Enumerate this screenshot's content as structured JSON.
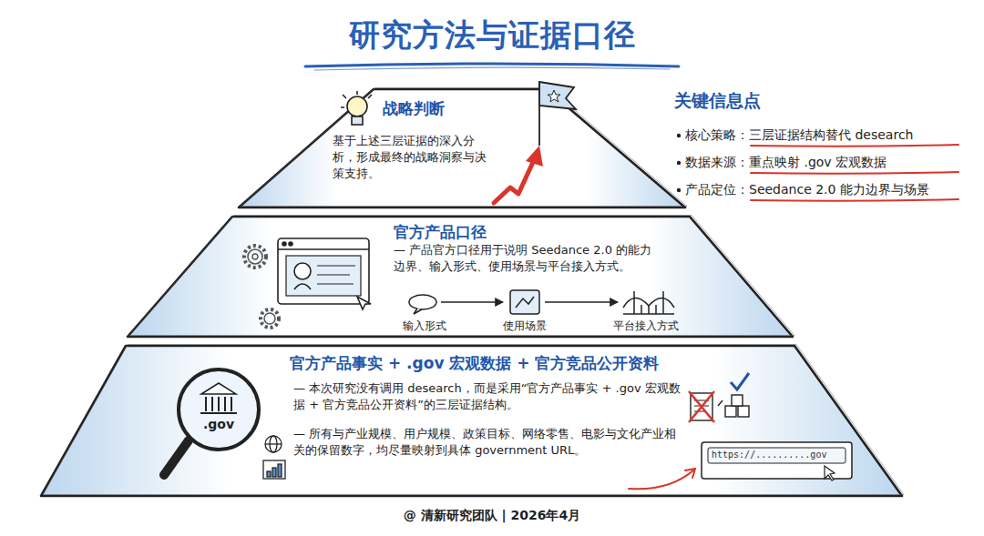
{
  "diagram": {
    "title": "研究方法与证据口径",
    "caption": "@ 清新研究团队 | 2026年4月",
    "nodes": [
      {
        "text": [
          "战略判断",
          "基于上述三层证据的深入分析，形成最终的战略洞察与决策支持。"
        ]
      },
      {
        "text": [
          "官方产品口径",
          "— 产品官方口径用于说明 Seedance 2.0 的能力边界、输入形式、使用场景与平台接入方式。"
        ]
      },
      {
        "text": [
          "官方产品事实 + .gov 宏观数据 + 官方竞品公开资料",
          "— 本次研究没有调用 desearch，而是采用“官方产品事实 + .gov 宏观数据 + 官方竞品公开资料”的三层证据结构。",
          "— 所有与产业规模、用户规模、政策目标、网络零售、电影与文化产业相关的保留数字，均尽量映射到具体 government URL。"
        ]
      }
    ],
    "labels": [
      "输入形式",
      "使用场景",
      "平台接入方式",
      ".gov",
      "https://..........gov",
      "关键信息点",
      "核心策略：三层证据结构替代 desearch",
      "数据来源：重点映射 .gov 宏观数据",
      "产品定位：Seedance 2.0 能力边界与场景"
    ]
  }
}
